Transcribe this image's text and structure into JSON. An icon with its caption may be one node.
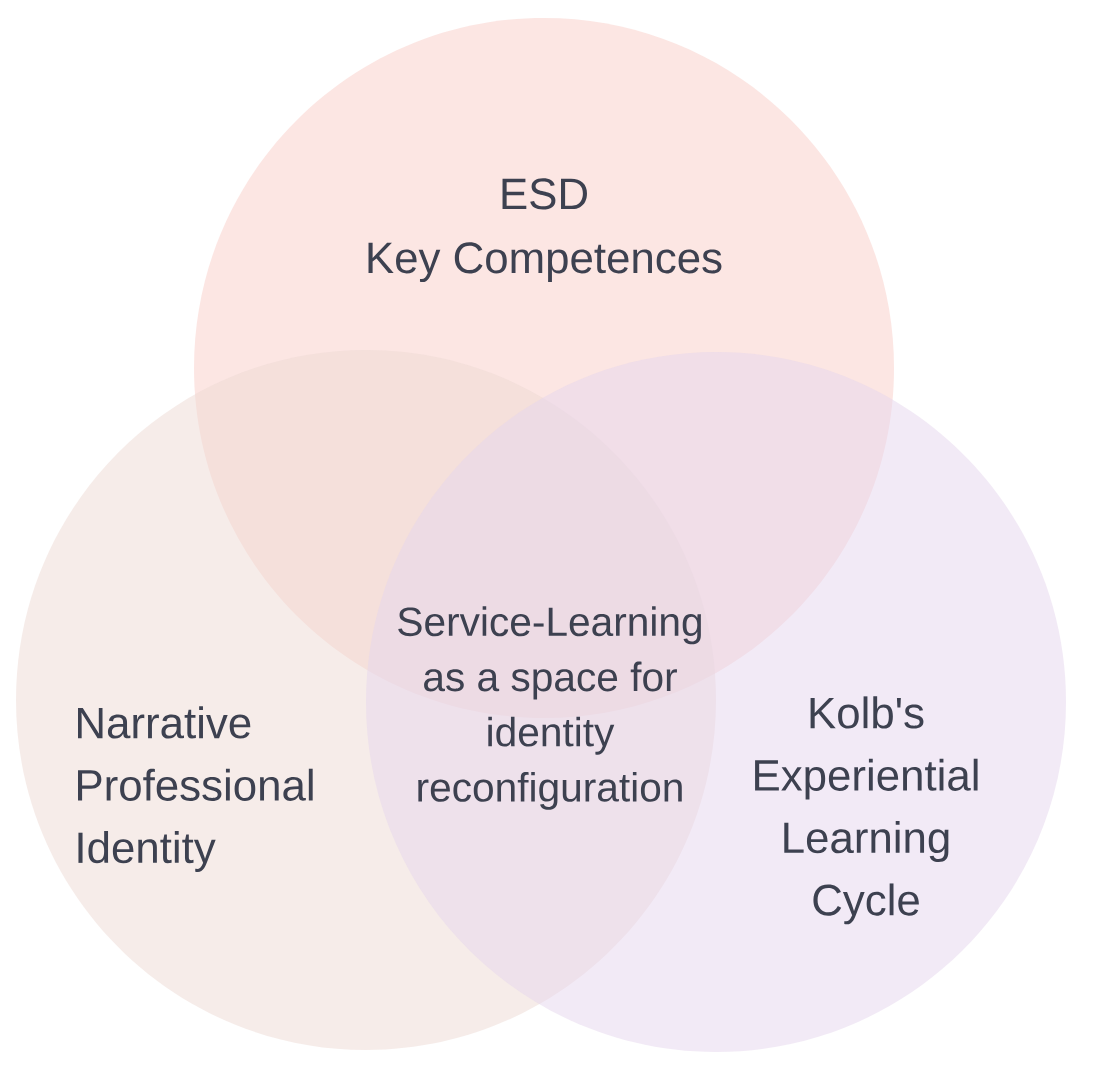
{
  "diagram": {
    "nodes": [
      {
        "text": [
          "ESD",
          "Key Competences"
        ]
      },
      {
        "text": [
          "Narrative Professional Identity"
        ]
      },
      {
        "text": [
          "Kolb's Experiential Learning Cycle"
        ]
      }
    ],
    "labels": [
      "Service-Learning as a space for identity reconfiguration"
    ]
  }
}
